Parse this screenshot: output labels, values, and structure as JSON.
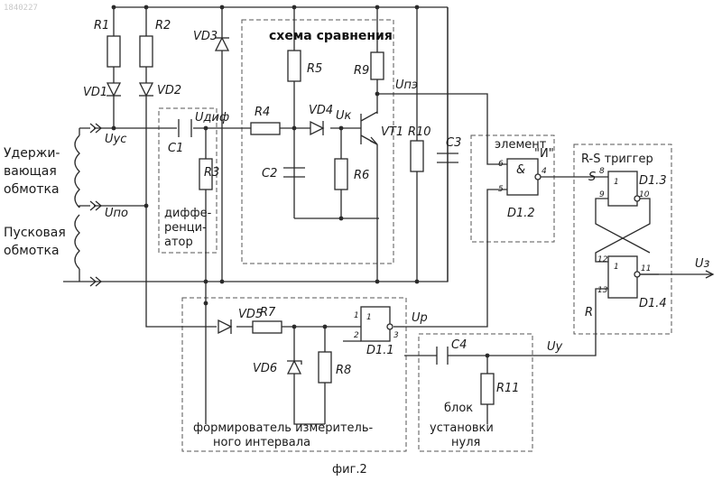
{
  "watermark": "1840227",
  "figure_caption": "фиг.2",
  "components": {
    "r1": "R1",
    "r2": "R2",
    "r3": "R3",
    "r4": "R4",
    "r5": "R5",
    "r6": "R6",
    "r7": "R7",
    "r8": "R8",
    "r9": "R9",
    "r10": "R10",
    "r11": "R11",
    "vd1": "VD1",
    "vd2": "VD2",
    "vd3": "VD3",
    "vd4": "VD4",
    "vd5": "VD5",
    "vd6": "VD6",
    "vt1": "VT1",
    "c1": "C1",
    "c2": "C2",
    "c3": "C3",
    "c4": "C4",
    "d1_1": "D1.1",
    "d1_2": "D1.2",
    "d1_3": "D1.3",
    "d1_4": "D1.4"
  },
  "signals": {
    "u_yc": "Uус",
    "u_no": "Uпо",
    "u_diff": "Uдиф",
    "u_k": "Uк",
    "u_no2": "Uпэ",
    "u_p": "Uр",
    "u_y": "Uу",
    "u_z": "Uз"
  },
  "labels": {
    "hold_winding": [
      "Удержи-",
      "вающая",
      "обмотка"
    ],
    "start_winding": [
      "Пусковая",
      "обмотка"
    ],
    "comparison_scheme": "схема сравнения",
    "element_and": [
      "элемент",
      "\"И\""
    ],
    "rs_trigger": "R-S триггер",
    "differentiator": [
      "диффе-",
      "ренци-",
      "атор"
    ],
    "interval_former": [
      "формирователь измеритель-",
      "ного интервала"
    ],
    "zero_block": [
      "блок",
      "установки",
      "нуля"
    ],
    "and_symbol": "&",
    "flip_s": "S",
    "flip_r": "R"
  },
  "pins": {
    "and_in1": "6",
    "and_in2": "5",
    "and_out": "4",
    "t3_in1": "8",
    "t3_in2": "9",
    "t3_out": "10",
    "t4_in1": "12",
    "t4_in2": "13",
    "t4_out": "11",
    "g1_in1": "1",
    "g1_in2": "2",
    "g1_out": "3",
    "t3_top": "1",
    "t4_top": "1",
    "g1_top": "1"
  }
}
